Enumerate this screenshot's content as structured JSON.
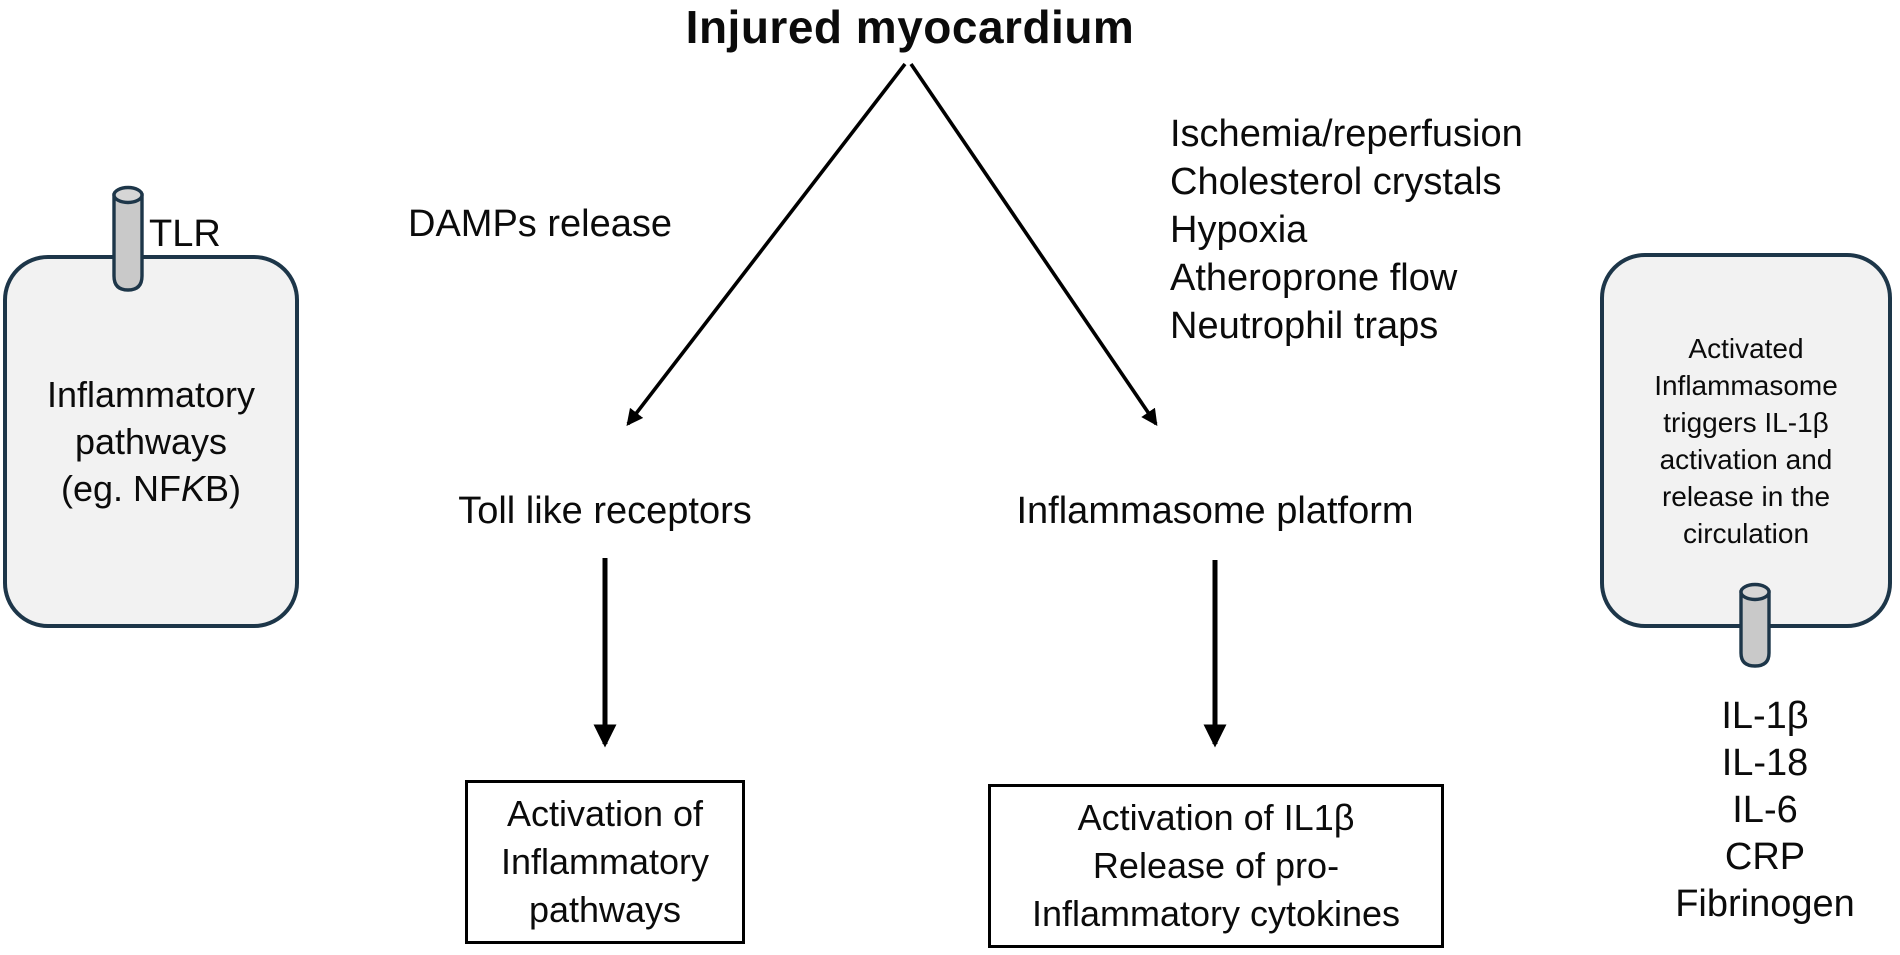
{
  "title": "Injured myocardium",
  "left_pathway_cell": {
    "receptor_label": "TLR",
    "line1": "Inflammatory",
    "line2": "pathways",
    "nfkb_pre": "(eg. NF",
    "nfkb_italic": "K",
    "nfkb_post": "B)"
  },
  "branch_left": {
    "label": "DAMPs release",
    "node": "Toll like receptors",
    "outcome_line1": "Activation of",
    "outcome_line2": "Inflammatory",
    "outcome_line3": "pathways"
  },
  "branch_right": {
    "stimuli": [
      "Ischemia/reperfusion",
      "Cholesterol crystals",
      "Hypoxia",
      "Atheroprone flow",
      "Neutrophil traps"
    ],
    "node": "Inflammasome platform",
    "outcome_line1": "Activation of IL1β",
    "outcome_line2": "Release of pro-",
    "outcome_line3": "Inflammatory cytokines"
  },
  "right_release_cell": {
    "lines": [
      "Activated",
      "Inflammasome",
      "triggers IL-1β",
      "activation and",
      "release in the",
      "circulation"
    ],
    "mediators": [
      "IL-1β",
      "IL-18",
      "IL-6",
      "CRP",
      "Fibrinogen"
    ]
  },
  "colors": {
    "background": "#ffffff",
    "text": "#0b0b0b",
    "cell_fill": "#f2f2f2",
    "cell_border": "#1d3649",
    "cylinder_fill": "#c9c9c9",
    "cylinder_top_fill": "#d6d6d6",
    "arrow": "#000000",
    "outcome_box_border": "#000000"
  }
}
